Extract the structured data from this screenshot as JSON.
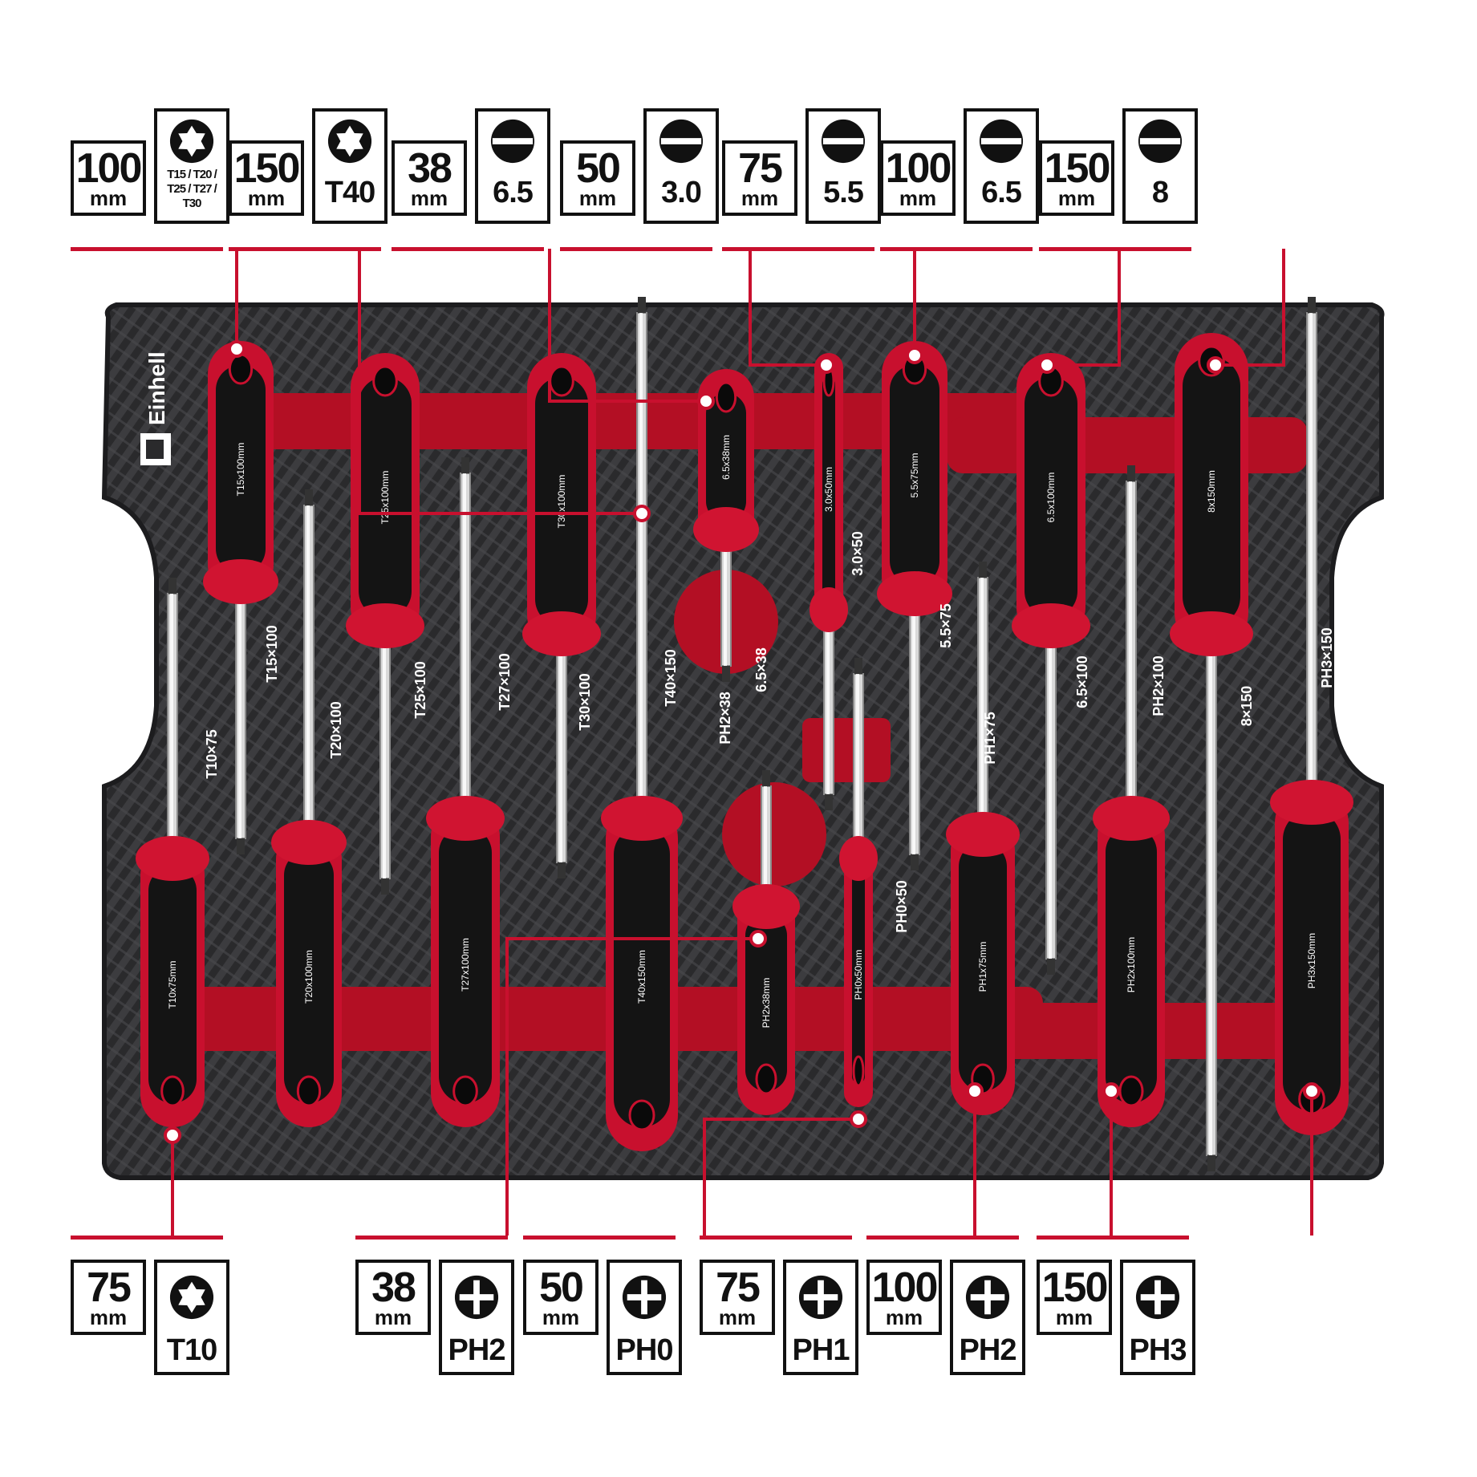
{
  "brand": "Einhell",
  "colors": {
    "accent": "#c8102e",
    "tray": "#2b2b2d",
    "handle_black": "#141414",
    "handle_red": "#c8102e"
  },
  "top_groups": [
    {
      "length": "100",
      "unit": "mm",
      "tip_icon": "torx-icon",
      "tip": "T15 / T20 / T25 / T27 / T30"
    },
    {
      "length": "150",
      "unit": "mm",
      "tip_icon": "torx-icon",
      "tip": "T40"
    },
    {
      "length": "38",
      "unit": "mm",
      "tip_icon": "slotted-icon",
      "tip": "6.5"
    },
    {
      "length": "50",
      "unit": "mm",
      "tip_icon": "slotted-icon",
      "tip": "3.0"
    },
    {
      "length": "75",
      "unit": "mm",
      "tip_icon": "slotted-icon",
      "tip": "5.5"
    },
    {
      "length": "100",
      "unit": "mm",
      "tip_icon": "slotted-icon",
      "tip": "6.5"
    },
    {
      "length": "150",
      "unit": "mm",
      "tip_icon": "slotted-icon",
      "tip": "8"
    }
  ],
  "bottom_groups": [
    {
      "length": "75",
      "unit": "mm",
      "tip_icon": "torx-icon",
      "tip": "T10"
    },
    {
      "length": "38",
      "unit": "mm",
      "tip_icon": "phillips-icon",
      "tip": "PH2"
    },
    {
      "length": "50",
      "unit": "mm",
      "tip_icon": "phillips-icon",
      "tip": "PH0"
    },
    {
      "length": "75",
      "unit": "mm",
      "tip_icon": "phillips-icon",
      "tip": "PH1"
    },
    {
      "length": "100",
      "unit": "mm",
      "tip_icon": "phillips-icon",
      "tip": "PH2"
    },
    {
      "length": "150",
      "unit": "mm",
      "tip_icon": "phillips-icon",
      "tip": "PH3"
    }
  ],
  "tray_labels": {
    "t10": "T10×75",
    "t15": "T15×100",
    "t20": "T20×100",
    "t25": "T25×100",
    "t27": "T27×100",
    "t30": "T30×100",
    "t40": "T40×150",
    "ph2_38": "PH2×38",
    "s65_38": "6.5×38",
    "s30_50": "3.0×50",
    "ph0_50": "PH0×50",
    "s55_75": "5.5×75",
    "ph1_75": "PH1×75",
    "s65_100": "6.5×100",
    "ph2_100": "PH2×100",
    "s8_150": "8×150",
    "ph3_150": "PH3×150"
  },
  "handle_prints": {
    "t15": "T15x100mm",
    "t25": "T25x100mm",
    "t30": "T30x100mm",
    "s65_38": "6.5x38mm",
    "s30_50": "3.0x50mm",
    "s55_75": "5.5x75mm",
    "s65_100": "6.5x100mm",
    "s8_150": "8x150mm",
    "t10": "T10x75mm",
    "t20": "T20x100mm",
    "t27": "T27x100mm",
    "t40": "T40x150mm",
    "ph2_38": "PH2x38mm",
    "ph0_50": "PH0x50mm",
    "ph1_75": "PH1x75mm",
    "ph2_100": "PH2x100mm",
    "ph3_150": "PH3x150mm"
  }
}
